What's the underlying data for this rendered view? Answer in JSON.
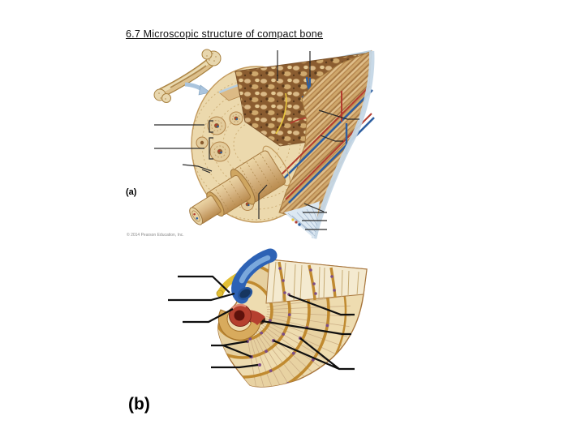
{
  "title": {
    "text": "6.7 Microscopic structure of compact bone"
  },
  "figure_a": {
    "label": "(a)",
    "copyright": "© 2014 Pearson Education, Inc.",
    "blank_leader_lines": 12
  },
  "figure_b": {
    "label": "(b)",
    "blank_leader_lines": 8
  },
  "palette": {
    "background": "#ffffff",
    "bone_cream": "#ecd9ad",
    "bone_tan": "#d9b887",
    "spongy_brown": "#8a5c30",
    "lamella_seam_brown": "#c08a30",
    "periosteum_blue": "#c5d7e6",
    "artery_red": "#b5402f",
    "vein_blue": "#2d62b5",
    "nerve_yellow": "#e2bf35",
    "osteocyte_purple": "#7d4e86",
    "leader_line_black": "#111111"
  }
}
